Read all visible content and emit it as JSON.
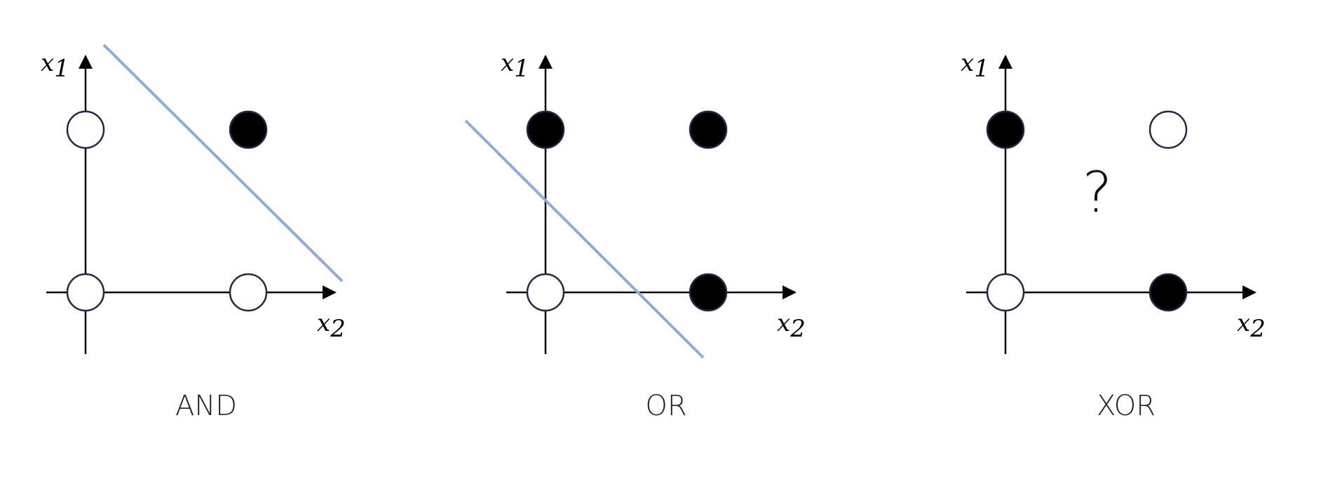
{
  "figure": {
    "panels": [
      {
        "caption": "AND",
        "axis_labels": {
          "vertical": "x",
          "vertical_sub": "1",
          "horizontal": "x",
          "horizontal_sub": "2"
        },
        "points": [
          {
            "x2": 0,
            "x1": 0,
            "filled": false
          },
          {
            "x2": 1,
            "x1": 0,
            "filled": false
          },
          {
            "x2": 0,
            "x1": 1,
            "filled": false
          },
          {
            "x2": 1,
            "x1": 1,
            "filled": true
          }
        ],
        "separator": true,
        "annotation": ""
      },
      {
        "caption": "OR",
        "axis_labels": {
          "vertical": "x",
          "vertical_sub": "1",
          "horizontal": "x",
          "horizontal_sub": "2"
        },
        "points": [
          {
            "x2": 0,
            "x1": 0,
            "filled": false
          },
          {
            "x2": 1,
            "x1": 0,
            "filled": true
          },
          {
            "x2": 0,
            "x1": 1,
            "filled": true
          },
          {
            "x2": 1,
            "x1": 1,
            "filled": true
          }
        ],
        "separator": true,
        "annotation": ""
      },
      {
        "caption": "XOR",
        "axis_labels": {
          "vertical": "x",
          "vertical_sub": "1",
          "horizontal": "x",
          "horizontal_sub": "2"
        },
        "points": [
          {
            "x2": 0,
            "x1": 0,
            "filled": false
          },
          {
            "x2": 1,
            "x1": 0,
            "filled": true
          },
          {
            "x2": 0,
            "x1": 1,
            "filled": true
          },
          {
            "x2": 1,
            "x1": 1,
            "filled": false
          }
        ],
        "separator": false,
        "annotation": "?"
      }
    ],
    "colors": {
      "axis": "#000000",
      "point_fill": "#000000",
      "point_empty": "#ffffff",
      "point_stroke": "#1f2a44",
      "separator": "#8faadc"
    }
  }
}
